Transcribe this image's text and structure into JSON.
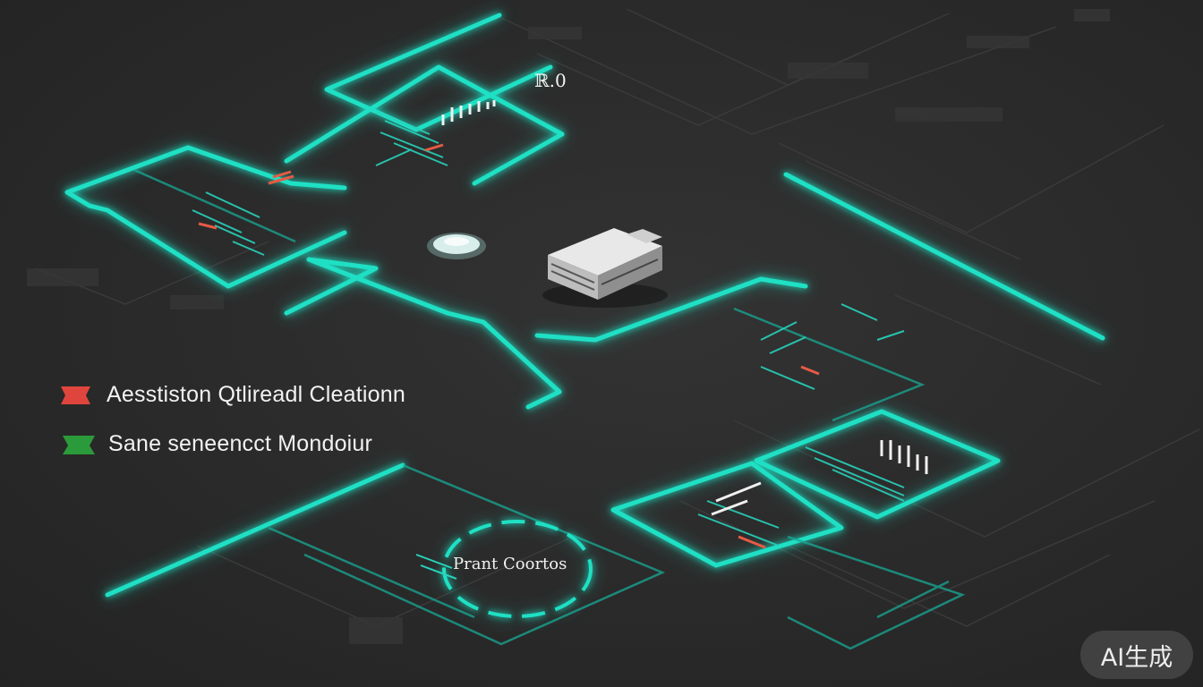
{
  "version_label": "ℝ.0",
  "legend": [
    {
      "text": "Aesstiston Qtlireadl Cleationn",
      "color": "#e0453d"
    },
    {
      "text": "Sane seneencct Mondoiur",
      "color": "#2b9a3a"
    }
  ],
  "circle_label": "Prant Coortos",
  "badge": "AI生成",
  "colors": {
    "accent": "#1fe0c4",
    "background": "#2b2b2b",
    "alert": "#e0453d",
    "ok": "#2b9a3a"
  }
}
